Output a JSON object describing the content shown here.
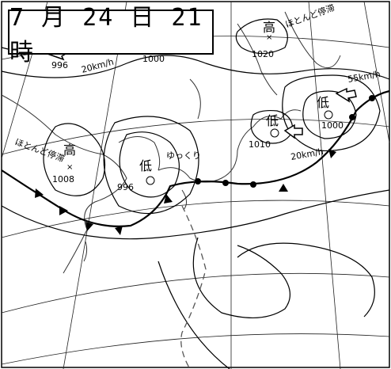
{
  "title": "7 月 24 日 21 時",
  "pressure_systems": [
    {
      "kind_label": "高",
      "value": "1020",
      "id": "high-north"
    },
    {
      "kind_label": "高",
      "value": "1008",
      "id": "high-west"
    },
    {
      "kind_label": "低",
      "value": "996",
      "id": "low-typhoon",
      "motion": "ゆっくり"
    },
    {
      "kind_label": "低",
      "value": "1010",
      "id": "low-japan-sea"
    },
    {
      "kind_label": "低",
      "value": "1000",
      "id": "low-east"
    }
  ],
  "motion_labels": {
    "nw": "20km/h",
    "east": "55km/h",
    "center": "20km/h"
  },
  "isobar_labels": {
    "nw_996": "996",
    "nw_1000": "1000"
  },
  "stationary_labels": {
    "west": "ほとんど停滞",
    "north": "ほとんど停滞"
  }
}
